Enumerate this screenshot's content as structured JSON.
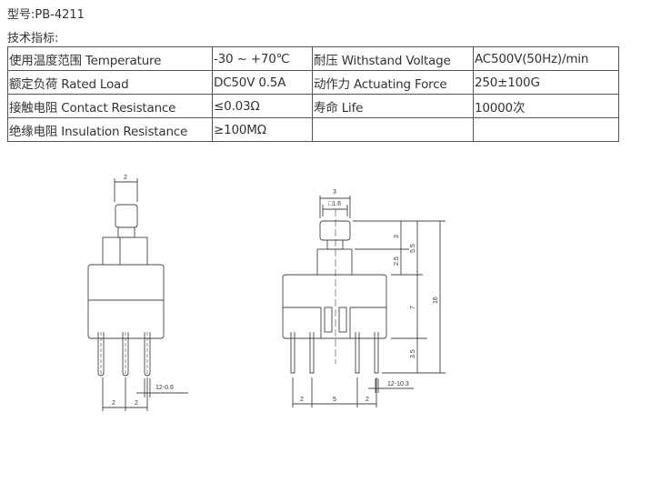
{
  "model_line": "型号:PB-4211",
  "spec_heading": "技术指标:",
  "specs": [
    [
      "使用温度范围 Temperature",
      "-30 ~ +70℃",
      "耐压 Withstand Voltage",
      "AC500V(50Hz)/min"
    ],
    [
      "额定负荷 Rated Load",
      "DC50V 0.5A",
      "动作力 Actuating Force",
      "250±100G"
    ],
    [
      "接触电阻 Contact Resistance",
      "≤0.03Ω",
      "寿命 Life",
      "10000次"
    ],
    [
      "绝缘电阻 Insulation Resistance",
      "≥100MΩ",
      "",
      ""
    ]
  ],
  "drawing": {
    "left": {
      "top_width": "2",
      "pin_pitch_1": "2",
      "pin_pitch_2": "2",
      "pin_note": "12-0.6"
    },
    "right": {
      "cap_width": "3",
      "stem_square": "□1.6",
      "cap_height": "3",
      "upper_height": "2.5",
      "top_total": "5.5",
      "body_height": "7",
      "pin_length": "3.5",
      "overall": "16",
      "pin_pitch_1": "2",
      "pin_pitch_2": "5",
      "pin_pitch_3": "2",
      "pin_note": "12-10.3"
    }
  }
}
